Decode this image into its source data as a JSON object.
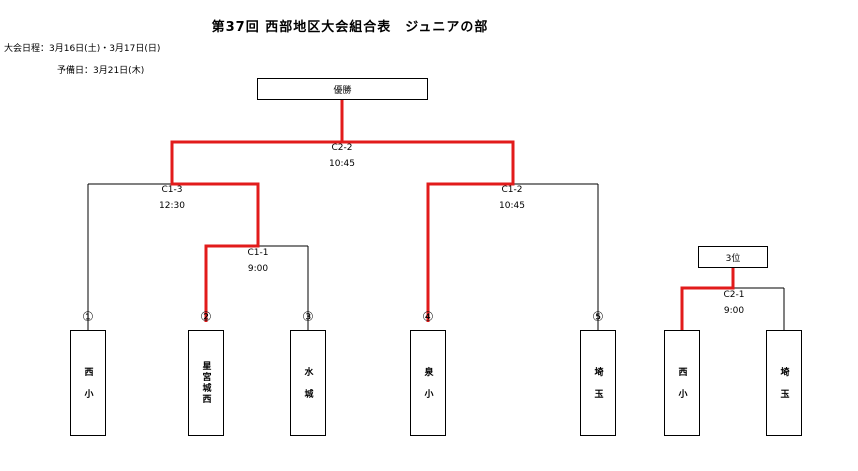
{
  "title": "第37回 西部地区大会組合表　ジュニアの部",
  "info": {
    "dates": "大会日程：3月16日(土)・3月17日(日)",
    "reserve": "予備日：3月21日(木)"
  },
  "final_box": "優勝",
  "third_box": "3位",
  "matches": {
    "c22": {
      "code": "C2-2",
      "time": "10:45"
    },
    "c13": {
      "code": "C1-3",
      "time": "12:30"
    },
    "c12": {
      "code": "C1-2",
      "time": "10:45"
    },
    "c11": {
      "code": "C1-1",
      "time": "9:00"
    },
    "c21": {
      "code": "C2-1",
      "time": "9:00"
    }
  },
  "teams": [
    {
      "seed": "①",
      "name": "西　小"
    },
    {
      "seed": "②",
      "name": "星宮城西"
    },
    {
      "seed": "③",
      "name": "水　城"
    },
    {
      "seed": "④",
      "name": "泉　小"
    },
    {
      "seed": "⑤",
      "name": "埼　玉"
    },
    {
      "seed": "",
      "name": "西　小"
    },
    {
      "seed": "",
      "name": "埼　玉"
    }
  ],
  "colors": {
    "winner_line": "#e21b1b",
    "line": "#000000"
  }
}
